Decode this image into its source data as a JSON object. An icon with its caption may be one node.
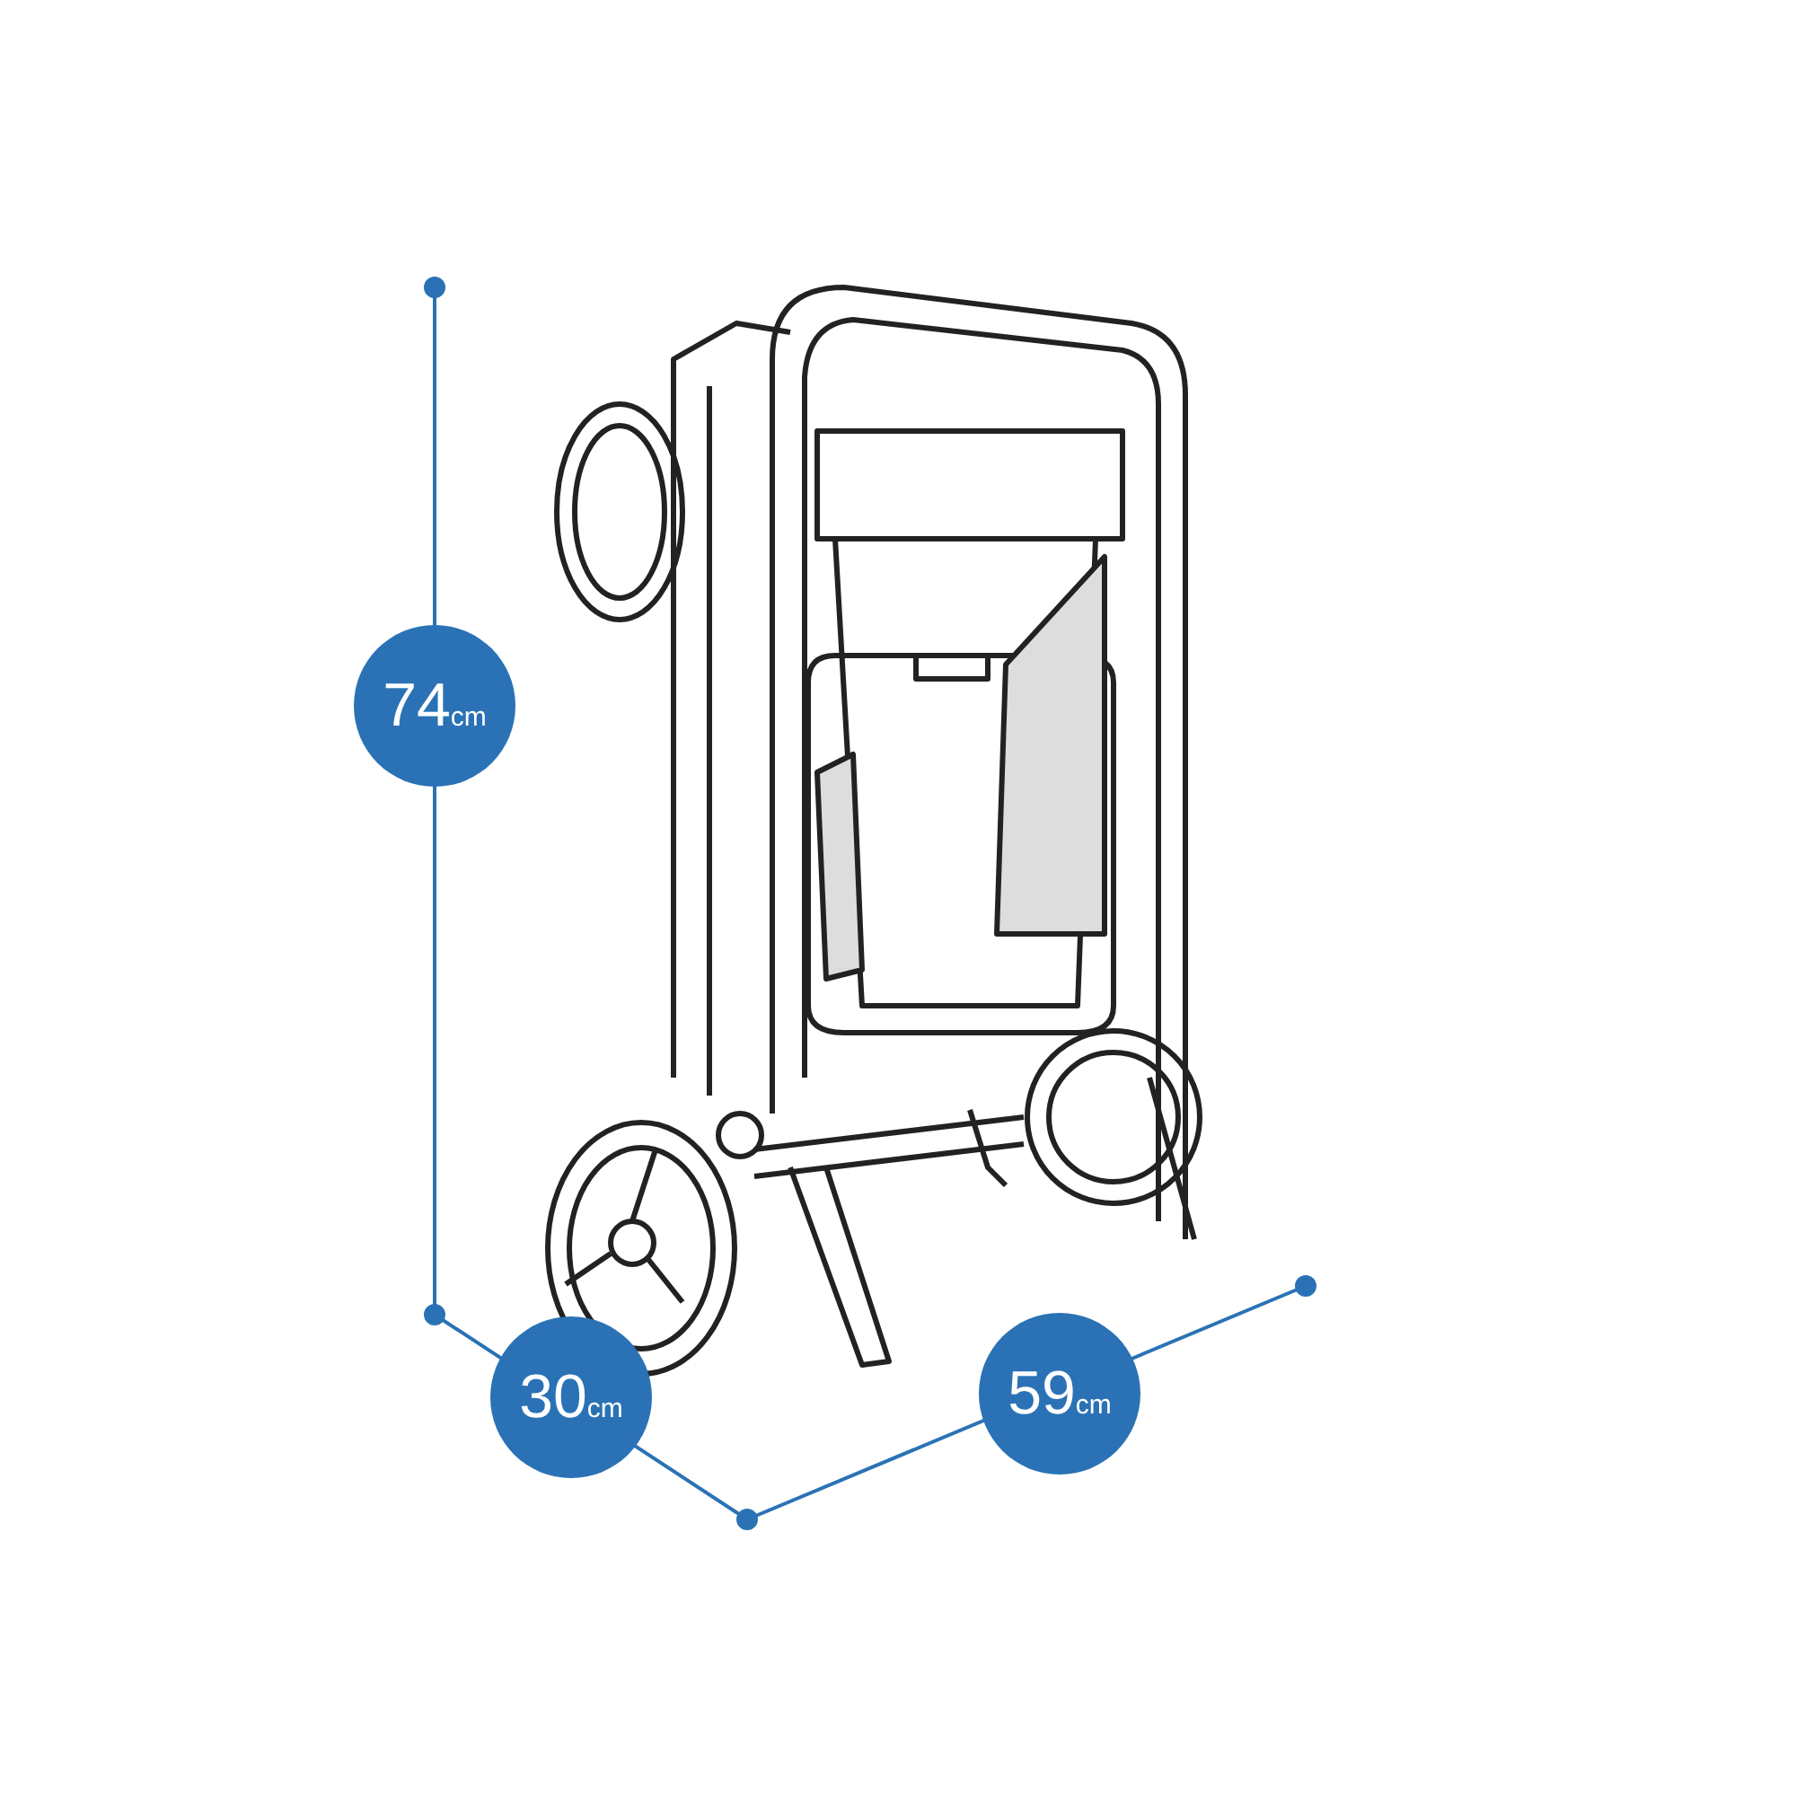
{
  "diagram": {
    "labels": [
      "74cm",
      "30cm",
      "59cm"
    ]
  }
}
